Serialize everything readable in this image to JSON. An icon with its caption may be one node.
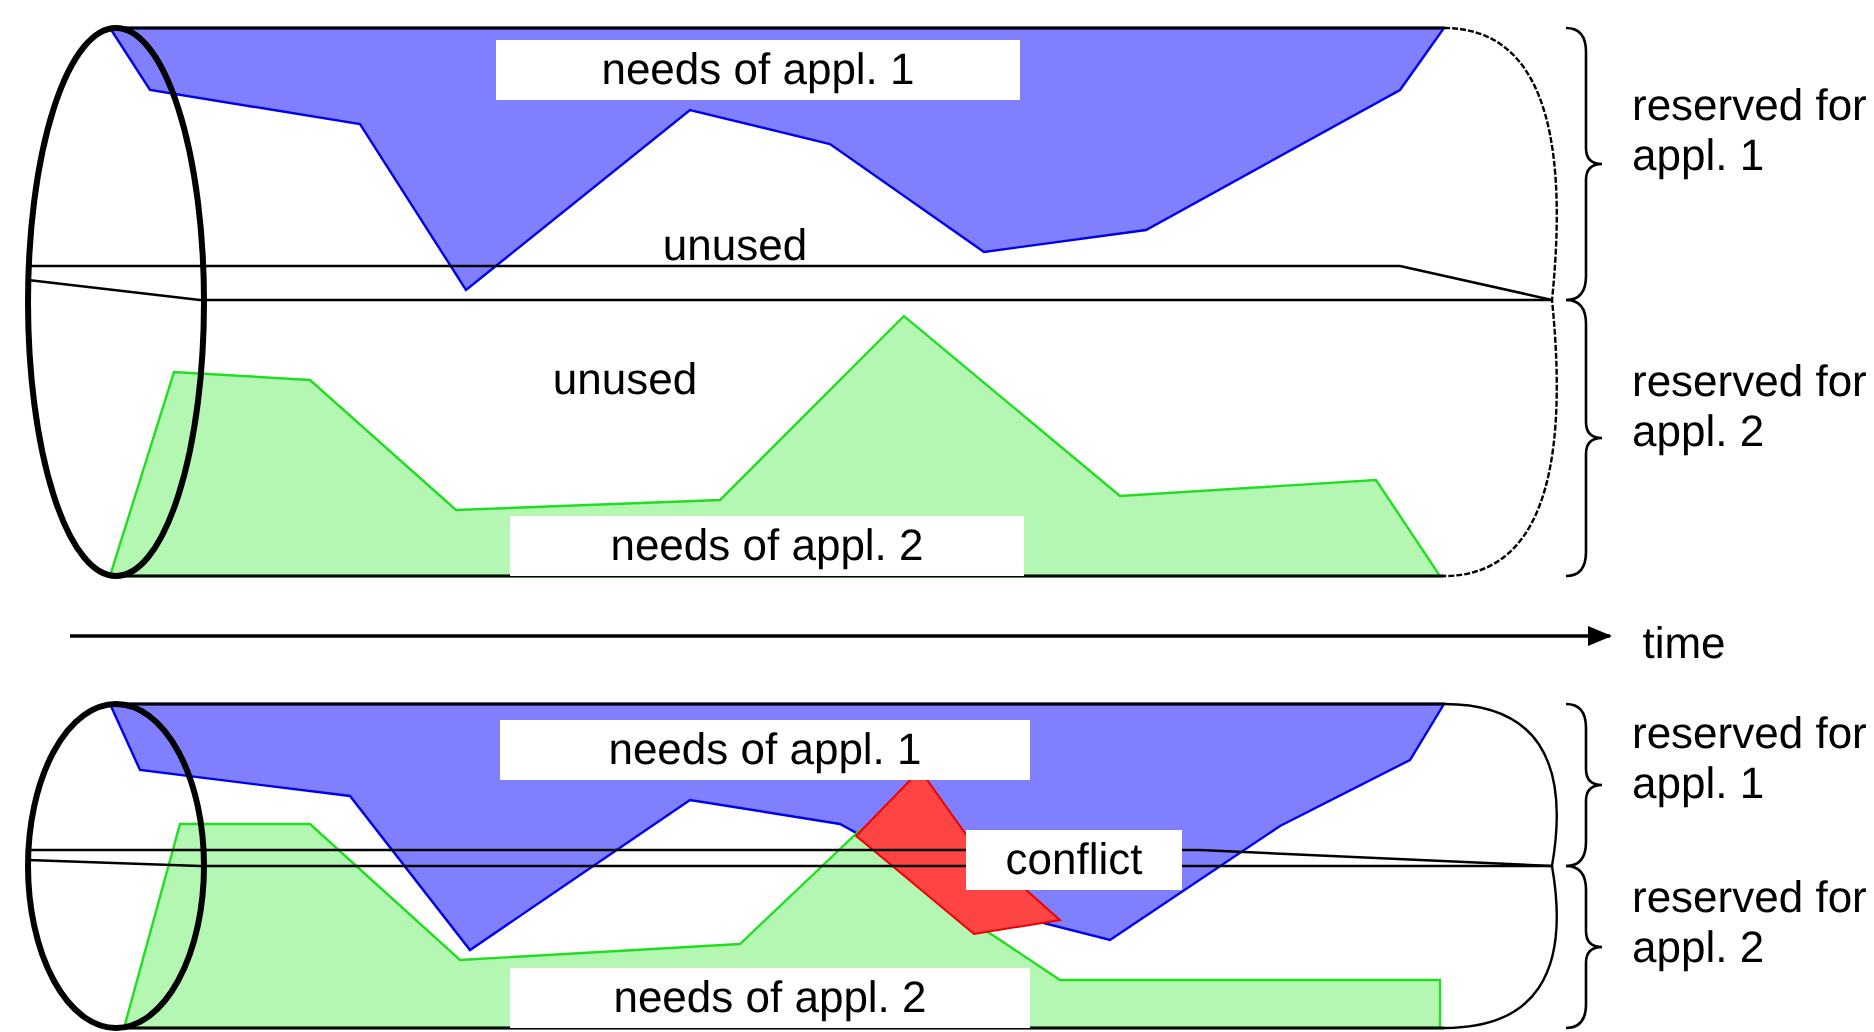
{
  "diagram": {
    "labels": [
      "needs of appl. 1",
      "reserved for appl. 1",
      "unused",
      "unused",
      "reserved for appl. 2",
      "needs of appl. 2",
      "time",
      "needs of appl. 1",
      "reserved for appl. 1",
      "conflict",
      "reserved for appl. 2",
      "needs of appl. 2"
    ]
  }
}
